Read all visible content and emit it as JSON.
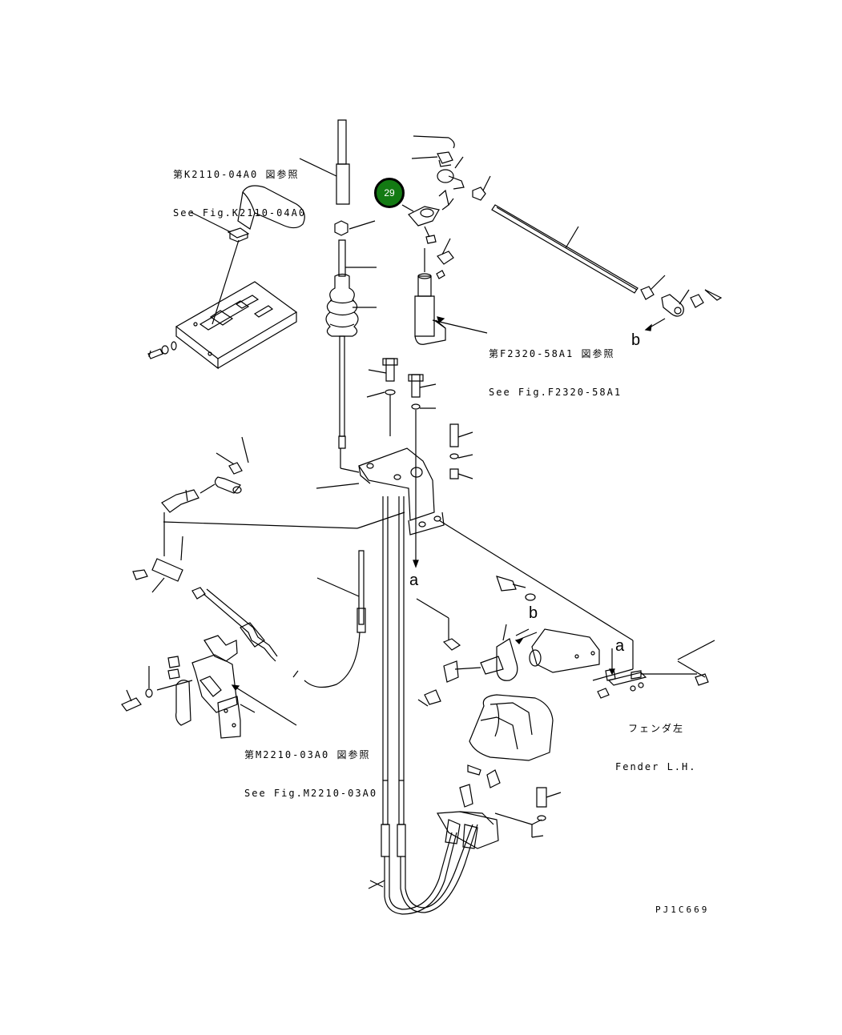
{
  "diagram": {
    "drawing_code": "PJ1C669",
    "callout": {
      "number": "29",
      "color": "#137a13"
    },
    "references": [
      {
        "jp": "第K2110-04A0 図参照",
        "en": "See Fig.K2110-04A0"
      },
      {
        "jp": "第F2320-58A1 図参照",
        "en": "See Fig.F2320-58A1"
      },
      {
        "jp": "第M2210-03A0 図参照",
        "en": "See Fig.M2210-03A0"
      },
      {
        "jp": "フェンダ左",
        "en": "Fender L.H."
      }
    ],
    "markers": {
      "a_top": "a",
      "a_right": "a",
      "b_top": "b",
      "b_mid": "b"
    }
  }
}
